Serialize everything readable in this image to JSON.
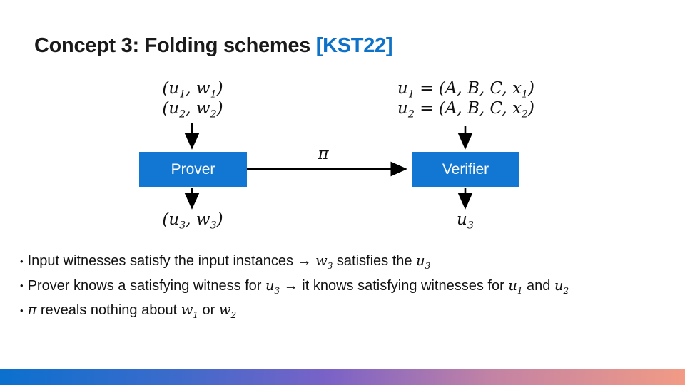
{
  "title": {
    "main": "Concept 3: Folding schemes ",
    "cite": "[KST22]"
  },
  "colors": {
    "node_blue": "#1277d3",
    "cite_blue": "#0e72c8",
    "gradient_left": "#0b70ce",
    "gradient_mid": "#7b62c7",
    "gradient_right": "#f29b85"
  },
  "diagram": {
    "prover_label": "Prover",
    "verifier_label": "Verifier",
    "prover_inputs": [
      "(u_1, w_1)",
      "(u_2, w_2)"
    ],
    "verifier_inputs": [
      "u_1 = (A, B, C, x_1)",
      "u_2 = (A, B, C, x_2)"
    ],
    "message_label": "π",
    "prover_output": "(u_3, w_3)",
    "verifier_output": "u_3"
  },
  "bullets": [
    {
      "segments": [
        {
          "t": "Input witnesses satisfy the input instances "
        },
        {
          "t": "→",
          "arrow": true
        },
        {
          "t": " "
        },
        {
          "t": "w_3",
          "math": true
        },
        {
          "t": " satisfies the "
        },
        {
          "t": "u_3",
          "math": true
        }
      ]
    },
    {
      "segments": [
        {
          "t": "Prover knows a satisfying witness for "
        },
        {
          "t": "u_3",
          "math": true
        },
        {
          "t": " "
        },
        {
          "t": "→",
          "arrow": true
        },
        {
          "t": " it knows satisfying witnesses for "
        },
        {
          "t": "u_1",
          "math": true
        },
        {
          "t": " and "
        },
        {
          "t": "u_2",
          "math": true
        }
      ]
    },
    {
      "segments": [
        {
          "t": "π",
          "math": true
        },
        {
          "t": " reveals nothing about "
        },
        {
          "t": "w_1",
          "math": true
        },
        {
          "t": " or "
        },
        {
          "t": "w_2",
          "math": true
        }
      ]
    }
  ]
}
